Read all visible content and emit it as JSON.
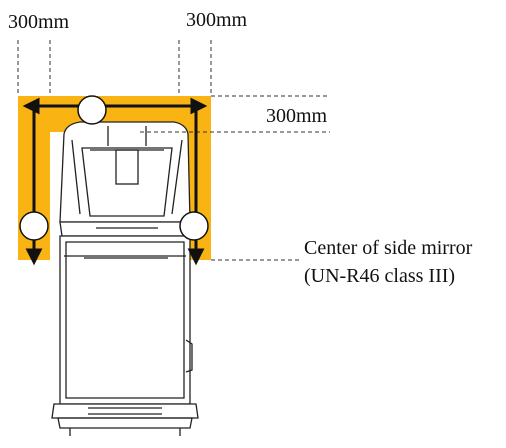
{
  "labels": {
    "dim_left_top": "300mm",
    "dim_right_top": "300mm",
    "dim_front": "300mm",
    "mirror_center_line1": "Center of side mirror",
    "mirror_center_line2": "(UN-R46 class III)"
  },
  "colors": {
    "zone": "#F9B414",
    "outline": "#111111",
    "dash": "#333333"
  }
}
